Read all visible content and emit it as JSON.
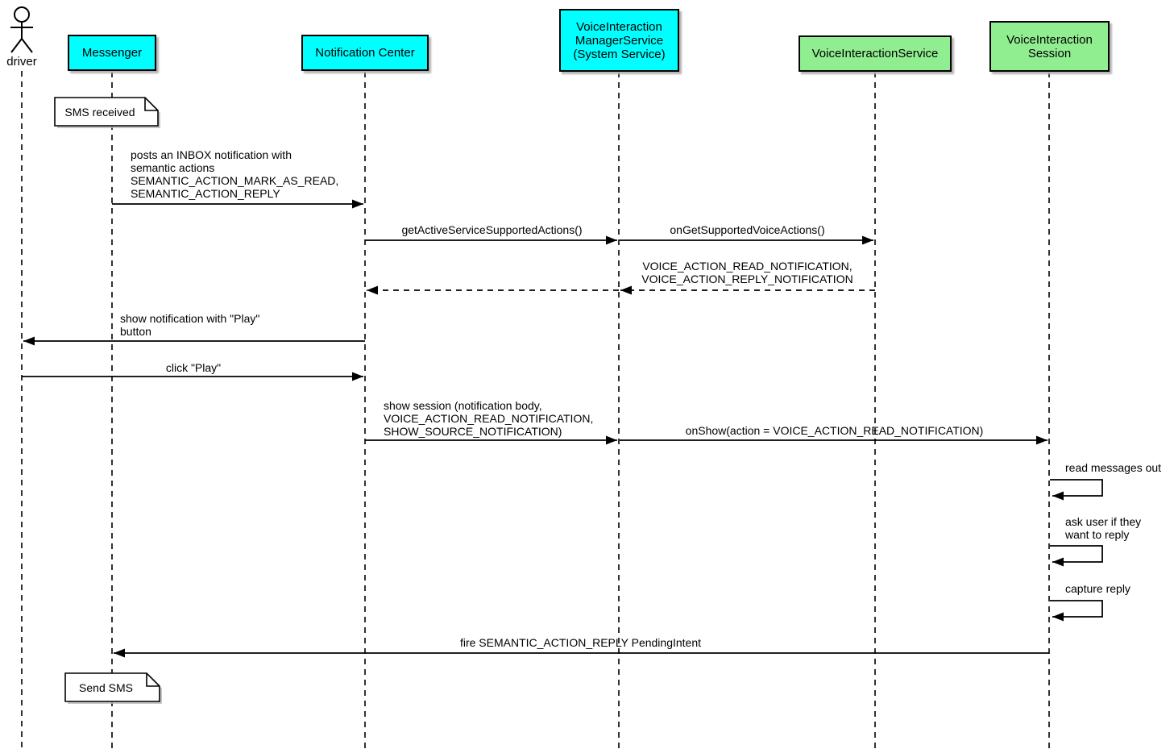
{
  "diagram_type": "uml-sequence-diagram",
  "colors": {
    "participant_cyan": "#00ffff",
    "participant_green": "#90ee90",
    "note_fill": "#ffffff",
    "line": "#000000",
    "background": "#ffffff"
  },
  "participants": {
    "driver": {
      "label": "driver",
      "kind": "actor"
    },
    "messenger": {
      "label": "Messenger",
      "kind": "participant",
      "fill": "#00ffff"
    },
    "notification_center": {
      "label": "Notification Center",
      "kind": "participant",
      "fill": "#00ffff"
    },
    "voice_interaction_manager_service": {
      "label": "VoiceInteraction\nManagerService\n(System Service)",
      "kind": "participant",
      "fill": "#00ffff"
    },
    "voice_interaction_service": {
      "label": "VoiceInteractionService",
      "kind": "participant",
      "fill": "#90ee90"
    },
    "voice_interaction_session": {
      "label": "VoiceInteraction\nSession",
      "kind": "participant",
      "fill": "#90ee90"
    }
  },
  "notes": {
    "sms_received": {
      "text": "SMS received",
      "attached_to": "Messenger"
    },
    "send_sms": {
      "text": "Send SMS",
      "attached_to": "Messenger"
    }
  },
  "messages": {
    "post_inbox_notification": {
      "text": "posts an INBOX notification with\nsemantic actions\nSEMANTIC_ACTION_MARK_AS_READ,\nSEMANTIC_ACTION_REPLY",
      "from": "Messenger",
      "to": "Notification Center",
      "style": "solid"
    },
    "get_active_service_supported_actions": {
      "text": "getActiveServiceSupportedActions()",
      "from": "Notification Center",
      "to": "VoiceInteraction ManagerService (System Service)",
      "style": "solid"
    },
    "on_get_supported_voice_actions": {
      "text": "onGetSupportedVoiceActions()",
      "from": "VoiceInteraction ManagerService (System Service)",
      "to": "VoiceInteractionService",
      "style": "solid"
    },
    "supported_actions_return": {
      "text": "VOICE_ACTION_READ_NOTIFICATION,\nVOICE_ACTION_REPLY_NOTIFICATION",
      "from": "VoiceInteractionService",
      "to": "Notification Center",
      "style": "dashed-return"
    },
    "show_notification_play": {
      "text": "show notification with \"Play\"\nbutton",
      "from": "Notification Center",
      "to": "driver",
      "style": "solid"
    },
    "click_play": {
      "text": "click \"Play\"",
      "from": "driver",
      "to": "Notification Center",
      "style": "solid"
    },
    "show_session": {
      "text": "show session (notification body,\nVOICE_ACTION_READ_NOTIFICATION,\nSHOW_SOURCE_NOTIFICATION)",
      "from": "Notification Center",
      "to": "VoiceInteraction ManagerService (System Service)",
      "style": "solid"
    },
    "on_show": {
      "text": "onShow(action = VOICE_ACTION_READ_NOTIFICATION)",
      "from": "VoiceInteraction ManagerService (System Service)",
      "to": "VoiceInteraction Session",
      "style": "solid"
    },
    "read_messages_out": {
      "text": "read messages out",
      "from": "VoiceInteraction Session",
      "to": "VoiceInteraction Session",
      "style": "self"
    },
    "ask_user_reply": {
      "text": "ask user if they\nwant to reply",
      "from": "VoiceInteraction Session",
      "to": "VoiceInteraction Session",
      "style": "self"
    },
    "capture_reply": {
      "text": "capture reply",
      "from": "VoiceInteraction Session",
      "to": "VoiceInteraction Session",
      "style": "self"
    },
    "fire_pending_intent": {
      "text": "fire SEMANTIC_ACTION_REPLY PendingIntent",
      "from": "VoiceInteraction Session",
      "to": "Messenger",
      "style": "solid"
    }
  }
}
